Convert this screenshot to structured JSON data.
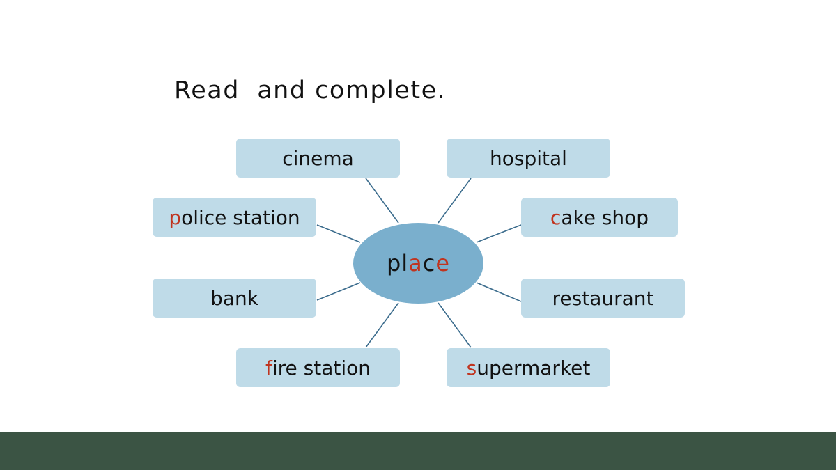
{
  "title": "Read  and complete.",
  "colors": {
    "box_fill": "#bfdbe8",
    "hub_fill": "#7aafcd",
    "highlight_letter": "#c0341f",
    "connector": "#3a6b8c",
    "footer_bar": "#3b5444"
  },
  "hub": {
    "part1": "pl",
    "part2": "a",
    "part3": "c",
    "part4": "e"
  },
  "nodes": {
    "cinema": {
      "first": "",
      "rest": "cinema"
    },
    "hospital": {
      "first": "",
      "rest": "hospital"
    },
    "police_station": {
      "first": "p",
      "rest": "olice station"
    },
    "cake_shop": {
      "first": "c",
      "rest": "ake shop"
    },
    "bank": {
      "first": "",
      "rest": "bank"
    },
    "restaurant": {
      "first": "",
      "rest": "restaurant"
    },
    "fire_station": {
      "first": "f",
      "rest": "ire station"
    },
    "supermarket": {
      "first": "s",
      "rest": "upermarket"
    }
  }
}
